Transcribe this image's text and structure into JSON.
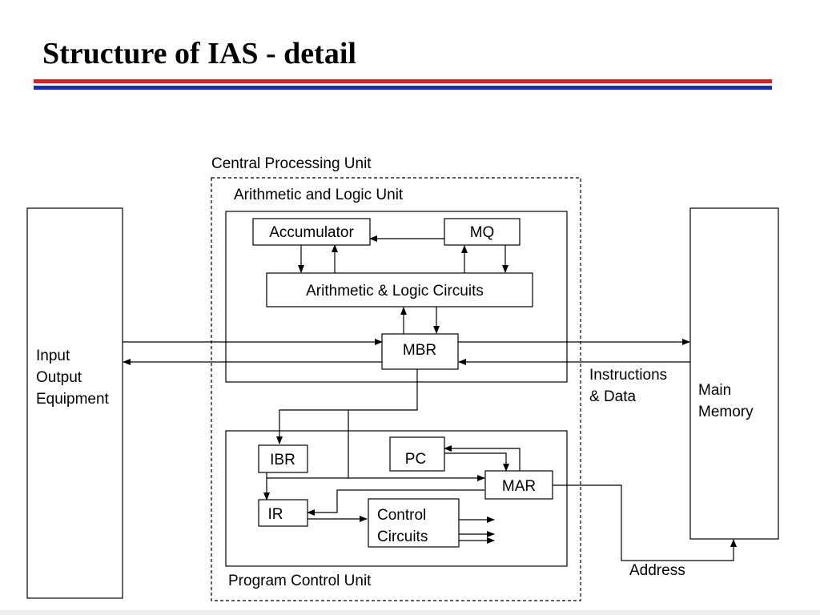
{
  "slide": {
    "title": "Structure of IAS - detail",
    "rule_colors": [
      "#e02020",
      "#1a2fb0"
    ]
  },
  "diagram": {
    "cpu_label": "Central Processing Unit",
    "alu_label": "Arithmetic and Logic Unit",
    "pcu_label": "Program Control Unit",
    "accumulator": "Accumulator",
    "mq": "MQ",
    "alc": "Arithmetic & Logic Circuits",
    "mbr": "MBR",
    "ibr": "IBR",
    "pc": "PC",
    "mar": "MAR",
    "ir": "IR",
    "control_line1": "Control",
    "control_line2": "Circuits",
    "io_line1": "Input",
    "io_line2": "Output",
    "io_line3": "Equipment",
    "memory_line1": "Main",
    "memory_line2": "Memory",
    "instr_line1": "Instructions",
    "instr_line2": "& Data",
    "address": "Address"
  }
}
